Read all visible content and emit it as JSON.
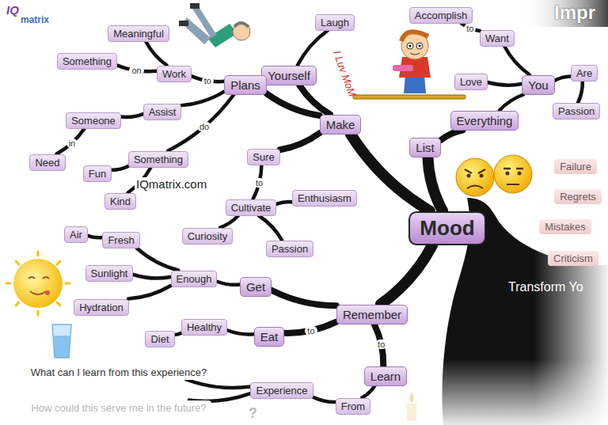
{
  "diagram": {
    "nodes": [
      {
        "text": [
          "Mood"
        ]
      },
      {
        "text": [
          "Make"
        ]
      },
      {
        "text": [
          "Yourself"
        ]
      },
      {
        "text": [
          "Laugh"
        ]
      },
      {
        "text": [
          "Plans"
        ]
      },
      {
        "text": [
          "Work"
        ]
      },
      {
        "text": [
          "Meaningful"
        ]
      },
      {
        "text": [
          "Something"
        ]
      },
      {
        "text": [
          "Assist"
        ]
      },
      {
        "text": [
          "Someone"
        ]
      },
      {
        "text": [
          "Need"
        ]
      },
      {
        "text": [
          "Something"
        ]
      },
      {
        "text": [
          "Fun"
        ]
      },
      {
        "text": [
          "Kind"
        ]
      },
      {
        "text": [
          "Sure"
        ]
      },
      {
        "text": [
          "Cultivate"
        ]
      },
      {
        "text": [
          "Enthusiasm"
        ]
      },
      {
        "text": [
          "Curiosity"
        ]
      },
      {
        "text": [
          "Passion"
        ]
      },
      {
        "text": [
          "List"
        ]
      },
      {
        "text": [
          "Everything"
        ]
      },
      {
        "text": [
          "You"
        ]
      },
      {
        "text": [
          "Love"
        ]
      },
      {
        "text": [
          "Want"
        ]
      },
      {
        "text": [
          "Accomplish"
        ]
      },
      {
        "text": [
          "Are"
        ]
      },
      {
        "text": [
          "Passion"
        ]
      },
      {
        "text": [
          "Failure"
        ]
      },
      {
        "text": [
          "Regrets"
        ]
      },
      {
        "text": [
          "Mistakes"
        ]
      },
      {
        "text": [
          "Criticism"
        ]
      },
      {
        "text": [
          "Remember"
        ]
      },
      {
        "text": [
          "Get"
        ]
      },
      {
        "text": [
          "Enough"
        ]
      },
      {
        "text": [
          "Fresh"
        ]
      },
      {
        "text": [
          "Air"
        ]
      },
      {
        "text": [
          "Sunlight"
        ]
      },
      {
        "text": [
          "Hydration"
        ]
      },
      {
        "text": [
          "Eat"
        ]
      },
      {
        "text": [
          "Healthy"
        ]
      },
      {
        "text": [
          "Diet"
        ]
      },
      {
        "text": [
          "Learn"
        ]
      },
      {
        "text": [
          "From"
        ]
      },
      {
        "text": [
          "Experience"
        ]
      },
      {
        "text": [
          "What can I learn from this experience?"
        ]
      },
      {
        "text": [
          "How could this serve me in the future?"
        ]
      }
    ],
    "edges": [
      {
        "from": 0,
        "to": 1,
        "arrow": "none"
      },
      {
        "from": 1,
        "to": 2,
        "arrow": "none"
      },
      {
        "from": 2,
        "to": 3,
        "arrow": "none"
      },
      {
        "from": 1,
        "to": 4,
        "arrow": "none"
      },
      {
        "from": 4,
        "to": 5,
        "label": "to",
        "arrow": "none"
      },
      {
        "from": 5,
        "to": 6,
        "arrow": "none"
      },
      {
        "from": 5,
        "to": 7,
        "label": "on",
        "arrow": "none"
      },
      {
        "from": 4,
        "to": 8,
        "arrow": "none"
      },
      {
        "from": 8,
        "to": 9,
        "arrow": "none"
      },
      {
        "from": 9,
        "to": 10,
        "label": "in",
        "arrow": "none"
      },
      {
        "from": 4,
        "to": 11,
        "label": "do",
        "arrow": "none"
      },
      {
        "from": 11,
        "to": 12,
        "arrow": "none"
      },
      {
        "from": 11,
        "to": 13,
        "arrow": "none"
      },
      {
        "from": 1,
        "to": 14,
        "arrow": "none"
      },
      {
        "from": 14,
        "to": 15,
        "label": "to",
        "arrow": "none"
      },
      {
        "from": 15,
        "to": 16,
        "arrow": "none"
      },
      {
        "from": 15,
        "to": 17,
        "arrow": "none"
      },
      {
        "from": 15,
        "to": 18,
        "arrow": "none"
      },
      {
        "from": 0,
        "to": 19,
        "arrow": "none"
      },
      {
        "from": 19,
        "to": 20,
        "arrow": "none"
      },
      {
        "from": 20,
        "to": 21,
        "arrow": "none"
      },
      {
        "from": 21,
        "to": 22,
        "arrow": "none"
      },
      {
        "from": 21,
        "to": 23,
        "arrow": "none"
      },
      {
        "from": 23,
        "to": 24,
        "label": "to",
        "arrow": "none"
      },
      {
        "from": 21,
        "to": 25,
        "arrow": "none"
      },
      {
        "from": 25,
        "to": 26,
        "arrow": "none"
      },
      {
        "from": 0,
        "to": 31,
        "arrow": "none"
      },
      {
        "from": 31,
        "to": 32,
        "arrow": "none"
      },
      {
        "from": 32,
        "to": 33,
        "arrow": "none"
      },
      {
        "from": 33,
        "to": 34,
        "arrow": "none"
      },
      {
        "from": 34,
        "to": 35,
        "arrow": "none"
      },
      {
        "from": 33,
        "to": 36,
        "arrow": "none"
      },
      {
        "from": 33,
        "to": 37,
        "arrow": "none"
      },
      {
        "from": 31,
        "to": 38,
        "label": "to",
        "arrow": "none"
      },
      {
        "from": 38,
        "to": 39,
        "arrow": "none"
      },
      {
        "from": 39,
        "to": 40,
        "arrow": "none"
      },
      {
        "from": 31,
        "to": 41,
        "label": "to",
        "arrow": "none"
      },
      {
        "from": 41,
        "to": 42,
        "arrow": "none"
      },
      {
        "from": 42,
        "to": 43,
        "arrow": "none"
      },
      {
        "from": 43,
        "to": 44,
        "arrow": "none"
      },
      {
        "from": 43,
        "to": 45,
        "arrow": "none"
      }
    ],
    "labels": [
      "IQ",
      "matrix",
      "IQmatrix.com",
      "I Luv MoM",
      "Transform Yo",
      "Impr",
      "?"
    ]
  }
}
